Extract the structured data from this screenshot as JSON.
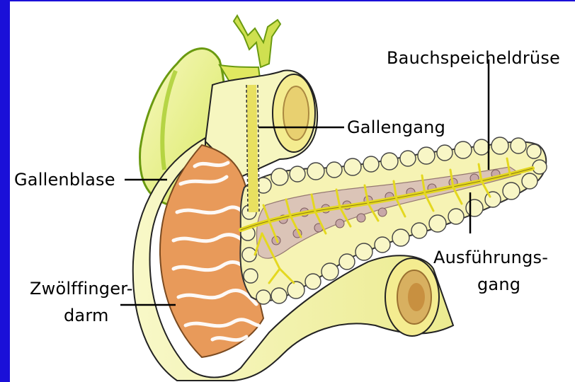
{
  "labels": {
    "bauchspeicheldruese": "Bauchspeicheldrüse",
    "gallengang": "Gallengang",
    "gallenblase": "Gallenblase",
    "ausfuehrungsgang_line1": "Ausführungs-",
    "ausfuehrungsgang_line2": "gang",
    "zwoelffingerdarm_line1": "Zwölffinger-",
    "zwoelffingerdarm_line2": "darm"
  },
  "colors": {
    "background_border": "#1a10d8",
    "panel": "#ffffff",
    "organ_yellow": "#f4f3a6",
    "gallbladder_green": "#b8d838",
    "duct_yellow": "#e8e040",
    "intestine_orange": "#e89a5a",
    "pancreas_tissue": "#d8c8b8"
  }
}
